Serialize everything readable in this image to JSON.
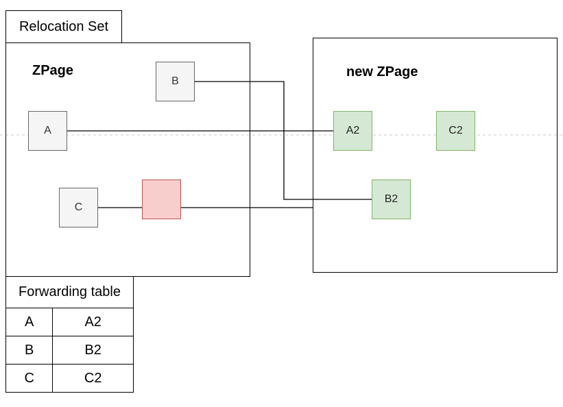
{
  "relocation_set": {
    "label": "Relocation Set"
  },
  "zpage": {
    "title": "ZPage",
    "objects": [
      {
        "id": "a",
        "label": "A"
      },
      {
        "id": "b",
        "label": "B"
      },
      {
        "id": "c",
        "label": "C"
      }
    ]
  },
  "new_zpage": {
    "title": "new ZPage",
    "objects": [
      {
        "id": "a2",
        "label": "A2"
      },
      {
        "id": "b2",
        "label": "B2"
      },
      {
        "id": "c2",
        "label": "C2"
      }
    ]
  },
  "forwarding_table": {
    "title": "Forwarding table",
    "rows": [
      {
        "from": "A",
        "to": "A2"
      },
      {
        "from": "B",
        "to": "B2"
      },
      {
        "from": "C",
        "to": "C2"
      }
    ]
  },
  "colors": {
    "source_object_fill": "#f5f5f5",
    "relocated_object_fill": "#d5e8d4",
    "relocated_object_border": "#82b366",
    "pending_object_fill": "#f8cecc",
    "pending_object_border": "#b85450"
  }
}
